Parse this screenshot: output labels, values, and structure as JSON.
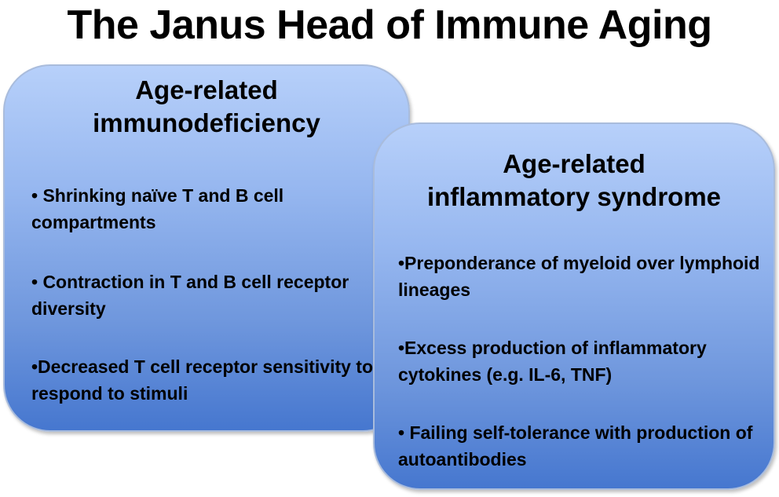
{
  "title": "The Janus Head of Immune Aging",
  "left_panel": {
    "heading_line1": "Age-related",
    "heading_line2": "immunodeficiency",
    "bullets": [
      "• Shrinking naïve T and B cell compartments",
      "• Contraction in T and B cell receptor diversity",
      "•Decreased T cell receptor sensitivity to respond to stimuli"
    ]
  },
  "right_panel": {
    "heading_line1": "Age-related",
    "heading_line2": "inflammatory syndrome",
    "bullets": [
      "•Preponderance of myeloid over lymphoid lineages",
      "•Excess production of inflammatory cytokines (e.g. IL-6, TNF)",
      "• Failing self-tolerance with production of autoantibodies"
    ]
  }
}
